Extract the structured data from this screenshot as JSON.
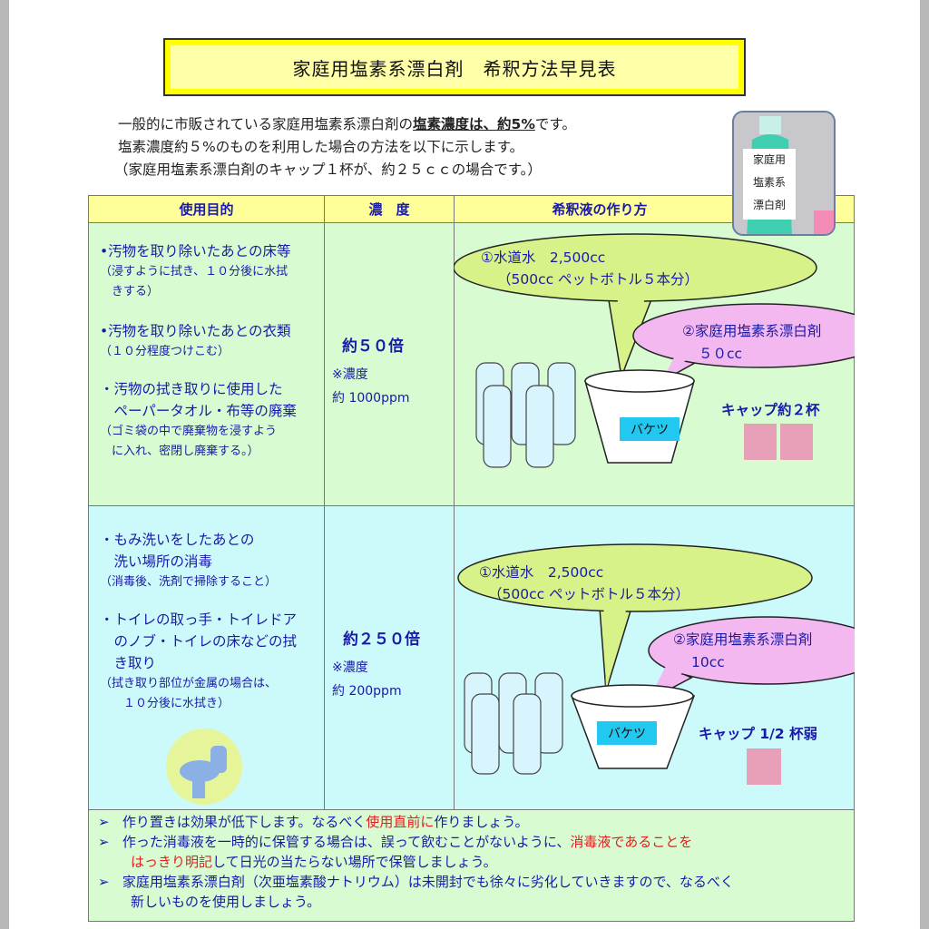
{
  "title": "家庭用塩素系漂白剤　希釈方法早見表",
  "intro": {
    "line1_pre": "一般的に市販されている家庭用塩素系漂白剤の",
    "line1_emph": "塩素濃度は、約5%",
    "line1_post": "です。",
    "line2": "塩素濃度約５%のものを利用した場合の方法を以下に示します。",
    "line3": "（家庭用塩素系漂白剤のキャップ１杯が、約２５ｃｃの場合です。）"
  },
  "bottle_label": [
    "家庭用",
    "塩素系",
    "漂白剤"
  ],
  "table": {
    "headers": [
      "使用目的",
      "濃　度",
      "希釈液の作り方"
    ],
    "rows": [
      {
        "purposes": [
          {
            "title": [
              "•汚物を取り除いたあとの床等"
            ],
            "note": [
              "（浸すように拭き、１０分後に水拭",
              "　きする）"
            ]
          },
          {
            "title": [
              "•汚物を取り除いたあとの衣類"
            ],
            "note": [
              "（１０分程度つけこむ）"
            ]
          },
          {
            "title": [
              "・汚物の拭き取りに使用した",
              "　ペーパータオル・布等の廃棄"
            ],
            "note": [
              "（ゴミ袋の中で廃棄物を浸すよう",
              "　に入れ、密閉し廃棄する。）"
            ]
          }
        ],
        "ratio": "約５０倍",
        "ppm_label": "※濃度",
        "ppm": "約 1000ppm",
        "water": [
          "①水道水　2,500cc",
          "（500cc ペットボトル５本分）"
        ],
        "bleach": [
          "②家庭用塩素系漂白剤",
          "５０cc"
        ],
        "bucket": "バケツ",
        "caps": "キャップ約２杯",
        "cap_count": 2
      },
      {
        "purposes": [
          {
            "title": [
              "・もみ洗いをしたあとの",
              "　洗い場所の消毒"
            ],
            "note": [
              "（消毒後、洗剤で掃除すること）"
            ]
          },
          {
            "title": [
              "・トイレの取っ手・トイレドア",
              "　のノブ・トイレの床などの拭",
              "　き取り"
            ],
            "note": [
              "（拭き取り部位が金属の場合は、",
              "　　１０分後に水拭き）"
            ]
          }
        ],
        "ratio": "約２５０倍",
        "ppm_label": "※濃度",
        "ppm": "約 200ppm",
        "water": [
          "①水道水　2,500cc",
          "（500cc ペットボトル５本分）"
        ],
        "bleach": [
          "②家庭用塩素系漂白剤",
          "10cc"
        ],
        "bucket": "バケツ",
        "caps": "キャップ 1/2 杯弱",
        "cap_count": 1
      }
    ]
  },
  "notes": [
    {
      "pre": "作り置きは効果が低下します。なるべく",
      "red": "使用直前に",
      "post": "作りましょう。"
    },
    {
      "pre": "作った消毒液を一時的に保管する場合は、誤って飲むことがないように、",
      "red": "消毒液であることを",
      "post": ""
    },
    {
      "pre": "",
      "red": "はっきり明記",
      "post": "して日光の当たらない場所で保管しましょう。"
    },
    {
      "pre": "家庭用塩素系漂白剤（次亜塩素酸ナトリウム）は未開封でも徐々に劣化していきますので、なるべく",
      "red": "",
      "post": ""
    },
    {
      "pre": "新しいものを使用しましょう。",
      "red": "",
      "post": ""
    }
  ],
  "bullet_icon": "arrowhead-bullet",
  "colors": {
    "title_bg": "#ffff00",
    "header_bg": "#ffff99",
    "row1_bg": "#d8fbd2",
    "row2_bg": "#ccfafa",
    "text": "#1a1aa8",
    "emphasis": "#e02020"
  }
}
